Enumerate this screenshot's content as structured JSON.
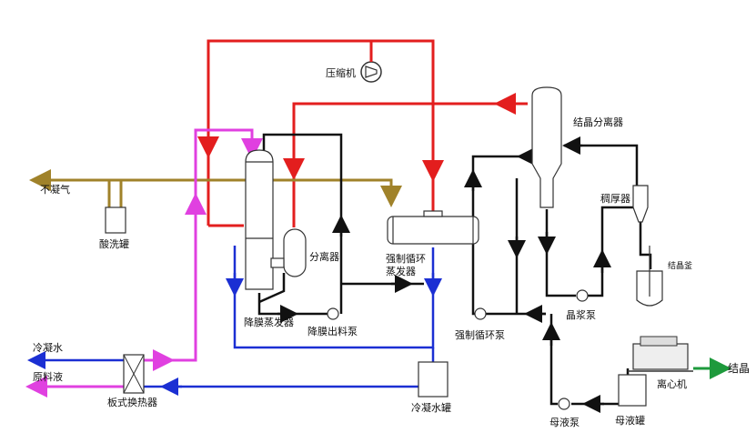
{
  "colors": {
    "steam": "#e31e1e",
    "vapor": "#a0822a",
    "cooling": "#1b2fd3",
    "feed": "#e040e0",
    "process": "#111111",
    "product": "#1e9a3c",
    "vessel": "#333333"
  },
  "labels": {
    "compressor": "压缩机",
    "crystal_separator": "结晶分离器",
    "noncondensable": "不凝气",
    "acid_wash_tank": "酸洗罐",
    "thickener": "稠厚器",
    "crystallizer_kettle": "结晶釜",
    "separator": "分离器",
    "forced_evaporator": "强制循环\n蒸发器",
    "falling_film_evaporator": "降膜蒸发器",
    "falling_film_pump": "降膜出料泵",
    "forced_pump": "强制循环泵",
    "slurry_pump": "晶浆泵",
    "cooling_water": "冷凝水",
    "raw_liquid": "原料液",
    "plate_exchanger": "板式换热器",
    "condensate_tank": "冷凝水罐",
    "centrifuge": "离心机",
    "crystal_product": "结晶",
    "mother_pump": "母液泵",
    "mother_tank": "母液罐"
  },
  "icons": {
    "compressor": "compressor-icon",
    "pump": "pump-icon",
    "exchanger": "plate-exchanger-icon",
    "centrifuge": "centrifuge-icon"
  }
}
